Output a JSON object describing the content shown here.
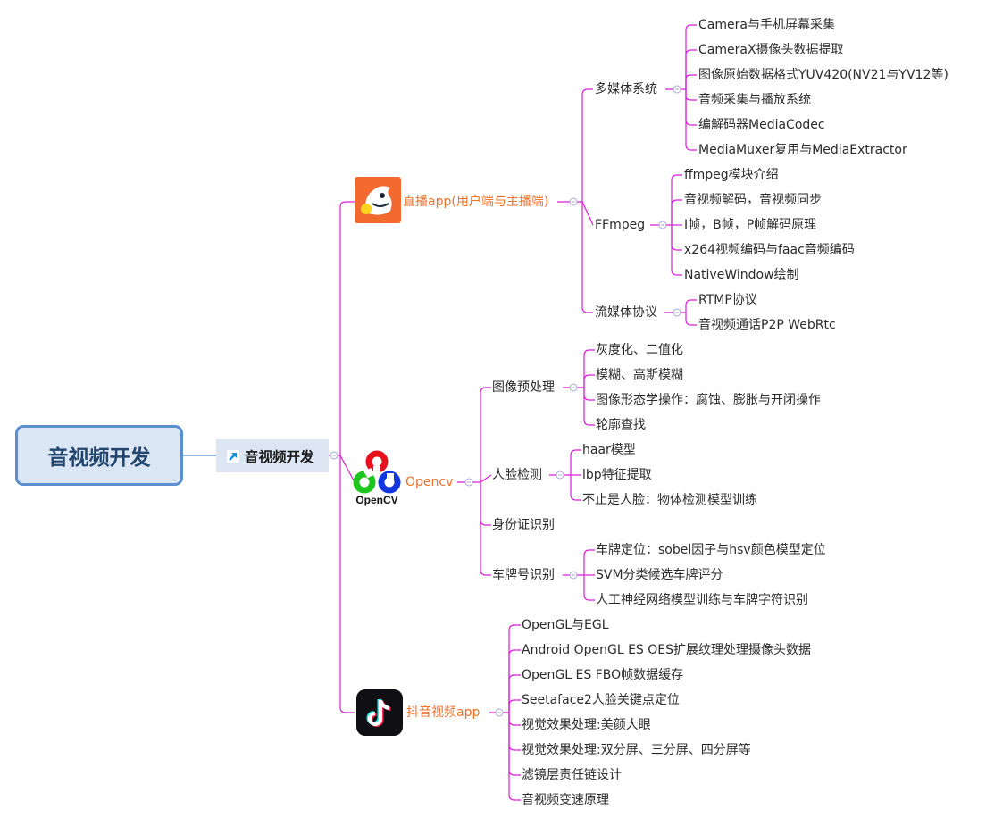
{
  "root": {
    "label": "音视频开发"
  },
  "topic": {
    "label": "音视频开发",
    "icon": "arrow-link-icon"
  },
  "branches": [
    {
      "label": "直播app(用户端与主播端)",
      "icon": "shark-app-icon",
      "color": "#f0712a",
      "children": [
        {
          "label": "多媒体系统",
          "children": [
            "Camera与手机屏幕采集",
            "CameraX摄像头数据提取",
            "图像原始数据格式YUV420(NV21与YV12等)",
            "音频采集与播放系统",
            "编解码器MediaCodec",
            "MediaMuxer复用与MediaExtractor"
          ]
        },
        {
          "label": "FFmpeg",
          "children": [
            "ffmpeg模块介绍",
            "音视频解码，音视频同步",
            "I帧，B帧，P帧解码原理",
            "x264视频编码与faac音频编码",
            "NativeWindow绘制"
          ]
        },
        {
          "label": "流媒体协议",
          "children": [
            "RTMP协议",
            "音视频通话P2P WebRtc"
          ]
        }
      ]
    },
    {
      "label": "Opencv",
      "icon": "opencv-logo-icon",
      "logo_text": "OpenCV",
      "color": "#f0712a",
      "children": [
        {
          "label": "图像预处理",
          "children": [
            "灰度化、二值化",
            "模糊、高斯模糊",
            "图像形态学操作：腐蚀、膨胀与开闭操作",
            "轮廓查找"
          ]
        },
        {
          "label": "人脸检测",
          "children": [
            "haar模型",
            "lbp特征提取",
            "不止是人脸：物体检测模型训练"
          ]
        },
        {
          "label": "身份证识别",
          "children": []
        },
        {
          "label": "车牌号识别",
          "children": [
            "车牌定位：sobel因子与hsv颜色模型定位",
            "SVM分类候选车牌评分",
            "人工神经网络模型训练与车牌字符识别"
          ]
        }
      ]
    },
    {
      "label": "抖音视频app",
      "icon": "tiktok-app-icon",
      "color": "#f0712a",
      "children": [
        "OpenGL与EGL",
        "Android OpenGL ES OES扩展纹理处理摄像头数据",
        "OpenGL ES FBO帧数据缓存",
        "Seetaface2人脸关键点定位",
        "视觉效果处理:美颜大眼",
        "视觉效果处理:双分屏、三分屏、四分屏等",
        "滤镜层责任链设计",
        "音视频变速原理"
      ]
    }
  ],
  "colors": {
    "line": "#d81ed8",
    "root_border": "#5b8fd0",
    "root_fill": "#dbe6f4",
    "topic_fill": "#dce6f2"
  }
}
